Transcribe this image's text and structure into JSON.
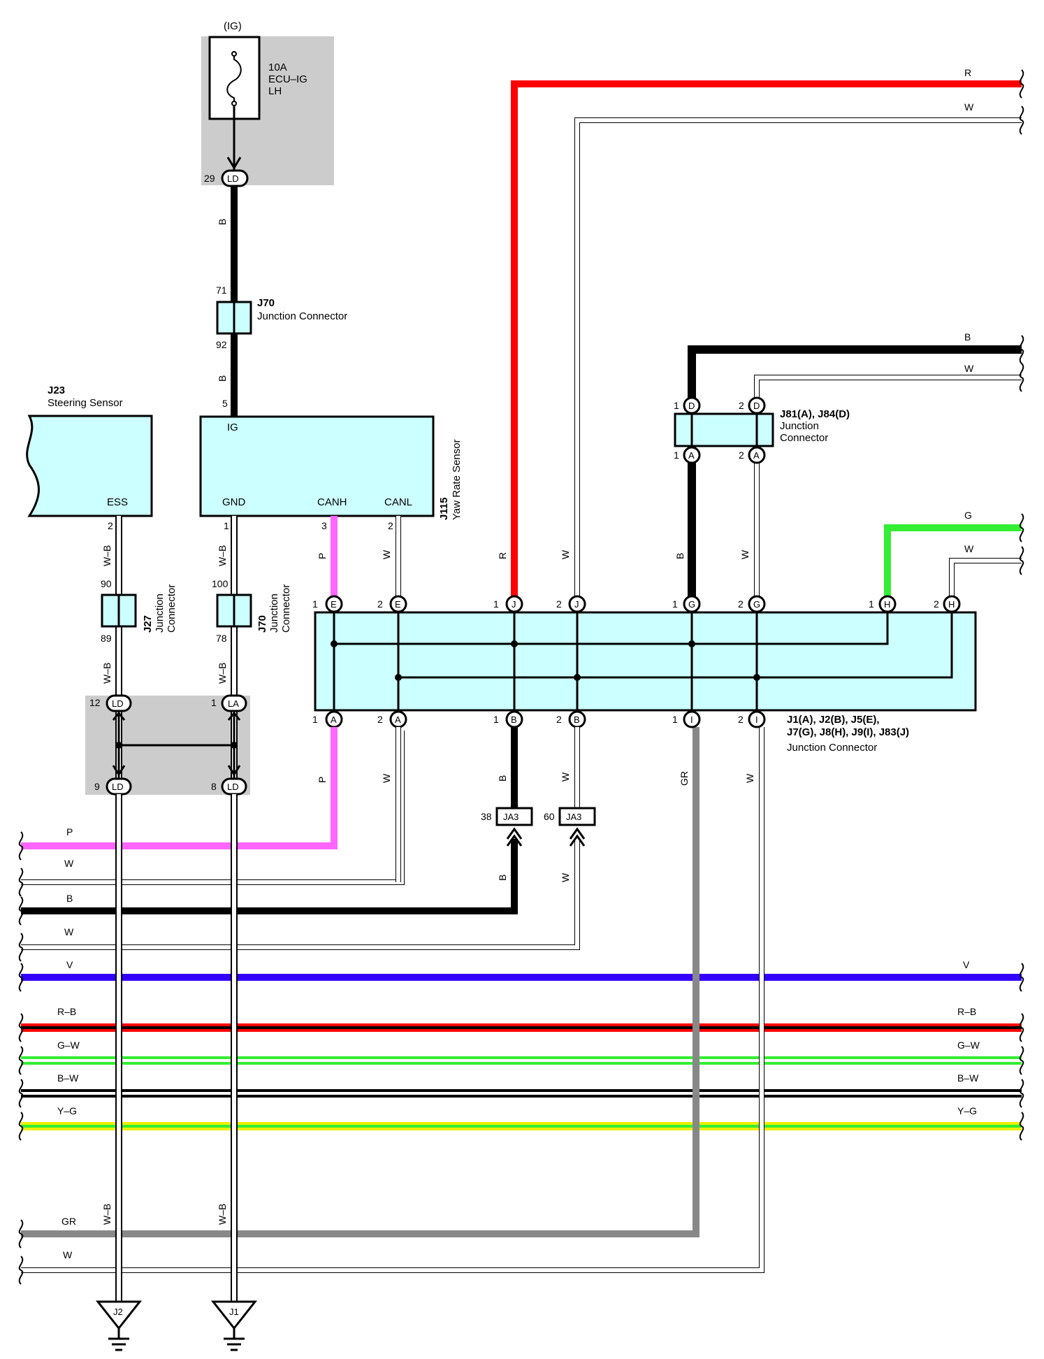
{
  "colors": {
    "R": "#ff0000",
    "W": "#ffffff",
    "B": "#000000",
    "G": "#33ee33",
    "P": "#ff66ff",
    "V": "#3300ff",
    "GR": "#888888",
    "RB": "#ff0000",
    "GW": "#33ee33",
    "BW": "#000000",
    "YG": "#eeee00",
    "WB": "#ffffff",
    "box": "#ccffff",
    "shade": "#cccccc"
  },
  "fuse": {
    "ig": "(IG)",
    "rating": "10A",
    "name1": "ECU–IG",
    "name2": "LH",
    "pin": "29",
    "conn": "LD"
  },
  "j70_top": {
    "id": "J70",
    "name": "Junction Connector",
    "pin_in": "71",
    "pin_out": "92"
  },
  "j23": {
    "id": "J23",
    "name": "Steering Sensor",
    "terminal": "ESS",
    "pin": "2"
  },
  "j115": {
    "id": "J115",
    "name": "Yaw Rate Sensor",
    "pin_ig": "5",
    "term_ig": "IG",
    "term_gnd": "GND",
    "pin_gnd": "1",
    "term_canh": "CANH",
    "pin_canh": "3",
    "term_canl": "CANL",
    "pin_canl": "2"
  },
  "j27": {
    "id": "J27",
    "name1": "Junction",
    "name2": "Connector",
    "pin_in": "90",
    "pin_out": "89"
  },
  "j70_bot": {
    "id": "J70",
    "name1": "Junction",
    "name2": "Connector",
    "pin_in": "100",
    "pin_out": "78"
  },
  "splice": {
    "p12": "12",
    "c12": "LD",
    "p1": "1",
    "c1": "LA",
    "p9": "9",
    "c9": "LD",
    "p8": "8",
    "c8": "LD"
  },
  "j81": {
    "title": "J81(A), J84(D)",
    "name1": "Junction",
    "name2": "Connector",
    "p1": "1",
    "p2": "2",
    "top": "D",
    "bot": "A"
  },
  "jbig": {
    "line1": "J1(A), J2(B), J5(E),",
    "line2": "J7(G), J8(H), J9(I), J83(J)",
    "name": "Junction Connector",
    "n1": "1",
    "n2": "2",
    "top": [
      "E",
      "E",
      "J",
      "J",
      "G",
      "G",
      "H",
      "H"
    ],
    "bottom": [
      "A",
      "A",
      "B",
      "B",
      "I",
      "I"
    ]
  },
  "ja3": {
    "name": "JA3",
    "pin_a": "38",
    "pin_b": "60"
  },
  "grounds": {
    "j2": "J2",
    "j1": "J1"
  },
  "wire_labels": {
    "R": "R",
    "W": "W",
    "B": "B",
    "G": "G",
    "P": "P",
    "V": "V",
    "GR": "GR",
    "RB": "R–B",
    "GW": "G–W",
    "BW": "B–W",
    "YG": "Y–G",
    "WB": "W–B"
  }
}
